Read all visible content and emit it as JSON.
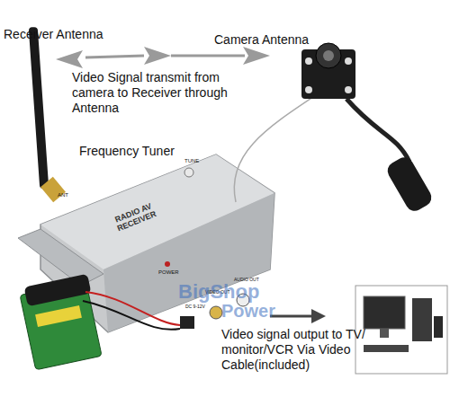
{
  "diagram": {
    "nodes": [
      {
        "text": [
          "RADIO AV RECEIVER"
        ]
      }
    ],
    "labels": [
      "Receiver Antenna",
      "Camera Antenna",
      "Video Signal transmit from camera to Receiver through Antenna",
      "Frequency Tuner",
      "Video signal output to TV/ monitor/VCR Via Video Cable(included)",
      "ANT",
      "TUNE",
      "POWER",
      "DC 9-12V",
      "VIDEO OUT",
      "AUDIO OUT",
      "BigShop",
      "Power"
    ]
  }
}
